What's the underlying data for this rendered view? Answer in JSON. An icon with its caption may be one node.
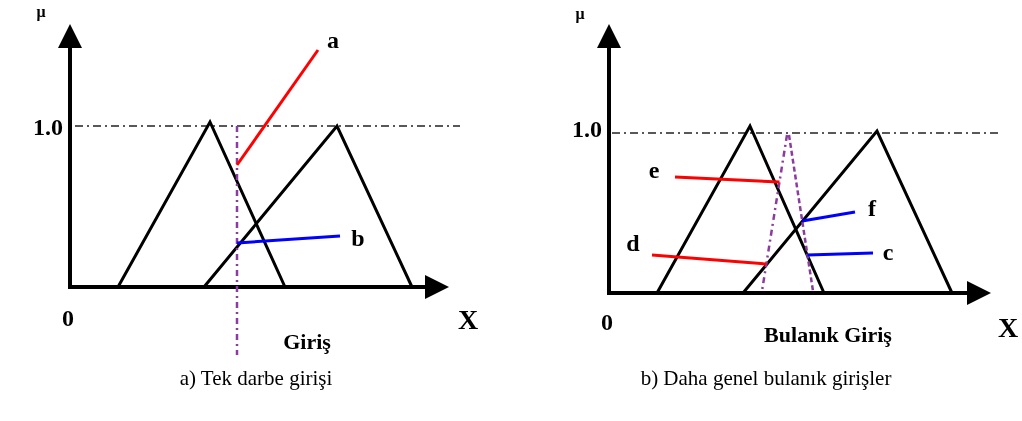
{
  "diagram": {
    "nodes": [
      {
        "text": [
          "a"
        ]
      },
      {
        "text": [
          "b"
        ]
      },
      {
        "text": [
          "e"
        ]
      },
      {
        "text": [
          "f"
        ]
      },
      {
        "text": [
          "d"
        ]
      },
      {
        "text": [
          "c"
        ]
      },
      {
        "text": [],
        "shape": "line"
      },
      {
        "text": [],
        "shape": "line"
      },
      {
        "text": [],
        "shape": "line"
      }
    ],
    "edges": [
      {
        "from": 0,
        "to": 6,
        "arrow": "none",
        "color": "#ff0000"
      },
      {
        "from": 1,
        "to": 6,
        "arrow": "none",
        "color": "#0000ff"
      },
      {
        "from": 2,
        "to": 7,
        "arrow": "none",
        "color": "#ff0000"
      },
      {
        "from": 3,
        "to": 8,
        "arrow": "none",
        "color": "#0000ff"
      },
      {
        "from": 4,
        "to": 7,
        "arrow": "none",
        "color": "#ff0000"
      },
      {
        "from": 5,
        "to": 8,
        "arrow": "none",
        "color": "#0000ff"
      }
    ],
    "labels": [
      "μ",
      "1.0",
      "0",
      "X",
      "Giriş",
      "a) Tek darbe girişi",
      "μ",
      "1.0",
      "0",
      "X",
      "Bulanık Giriş",
      "b) Daha genel bulanık girişler"
    ]
  }
}
